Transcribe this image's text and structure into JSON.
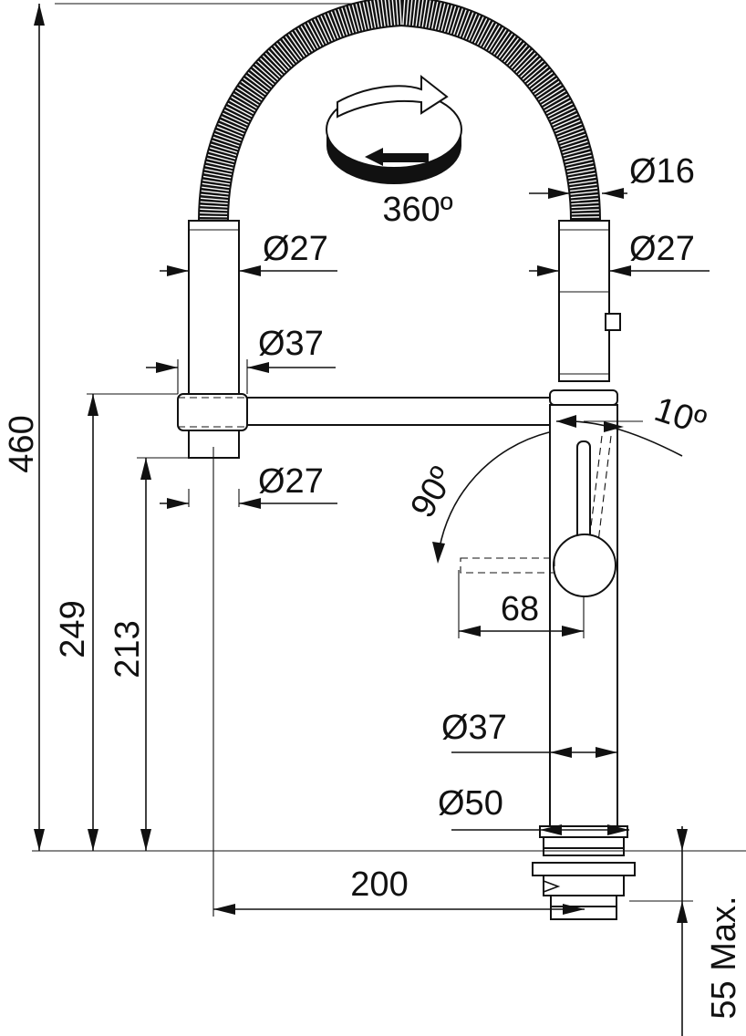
{
  "labels": {
    "height_total": "460",
    "height_spout": "249",
    "height_outlet": "213",
    "rotation": "360º",
    "hose_dia": "Ø16",
    "head_dia_left": "Ø27",
    "head_dia_right": "Ø27",
    "collar_dia": "Ø37",
    "outlet_dia": "Ø27",
    "handle_angle_open": "90º",
    "handle_angle_tilt": "10º",
    "handle_length": "68",
    "body_dia": "Ø37",
    "base_dia": "Ø50",
    "reach": "200",
    "deck_thickness": "55 Max."
  }
}
